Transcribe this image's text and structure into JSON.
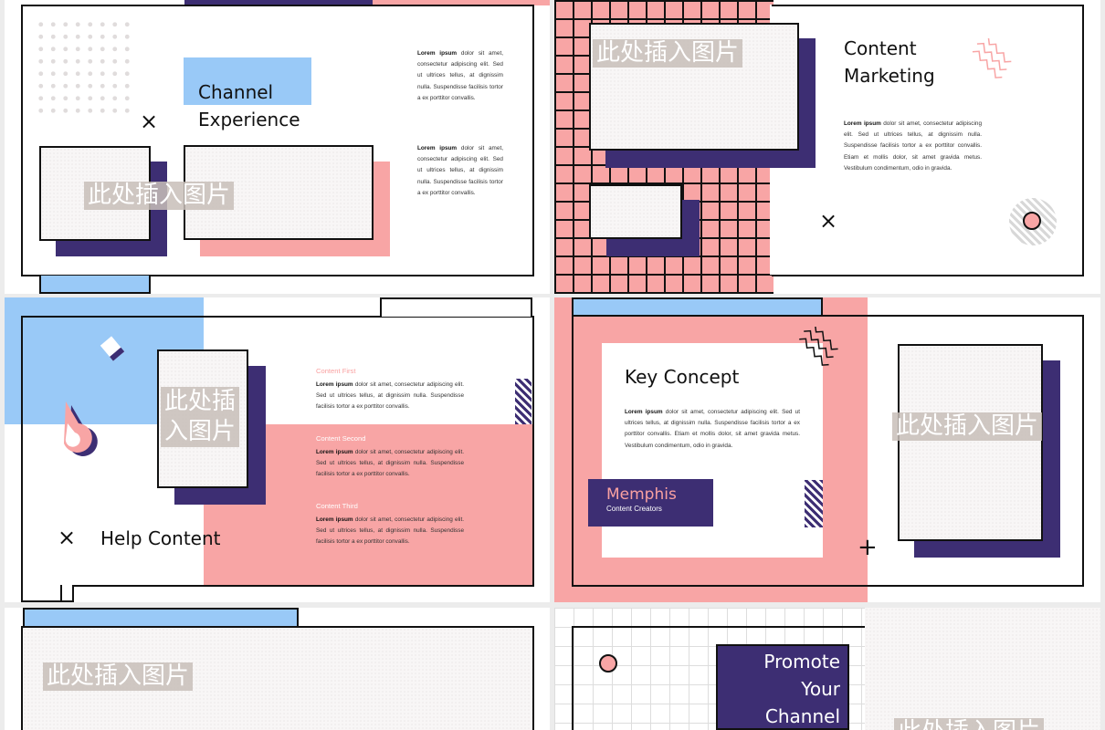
{
  "placeholder": "此处插入图片",
  "placeholder_split": [
    "此处插",
    "入图片"
  ],
  "cross_glyph": "×",
  "plus_glyph": "+",
  "lorem_lead": "Lorem ipsum",
  "colors": {
    "navy": "#3d2e73",
    "pink": "#f8a5a5",
    "blue": "#99c9f7",
    "pink_text": "#f9a1a1"
  },
  "slide1": {
    "title": [
      "Channel",
      "Experience"
    ],
    "paragraph1": " dolor sit amet, consectetur adipiscing elit. Sed ut ultrices tellus, at dignissim nulla. Suspendisse facilisis tortor a ex porttitor convallis.",
    "paragraph2": " dolor sit amet, consectetur adipiscing elit. Sed ut ultrices tellus, at dignissim nulla. Suspendisse facilisis tortor a ex porttitor convallis."
  },
  "slide2": {
    "title": [
      "Content",
      "Marketing"
    ],
    "paragraph": " dolor sit amet, consectetur adipiscing elit. Sed ut ultrices tellus, at dignissim nulla. Suspendisse facilisis tortor a ex porttitor convallis. Etiam et mollis dolor, sit amet gravida metus. Vestibulum condimentum, odio in gravida."
  },
  "slide3": {
    "title": "Help Content",
    "items": [
      {
        "heading": "Content First",
        "text": " dolor sit amet, consectetur adipiscing elit. Sed ut ultrices tellus, at dignissim nulla. Suspendisse facilisis tortor a ex porttitor convallis."
      },
      {
        "heading": "Content Second",
        "text": " dolor sit amet, consectetur adipiscing elit. Sed ut ultrices tellus, at dignissim nulla. Suspendisse facilisis tortor a ex porttitor convallis."
      },
      {
        "heading": "Content Third",
        "text": " dolor sit amet, consectetur adipiscing elit. Sed ut ultrices tellus, at dignissim nulla. Suspendisse facilisis tortor a ex porttitor convallis."
      }
    ]
  },
  "slide4": {
    "title": "Key Concept",
    "paragraph": " dolor sit amet, consectetur adipiscing elit. Sed ut ultrices tellus, at dignissim nulla. Suspendisse facilisis tortor a ex porttitor convallis. Etiam et mollis dolor, sit amet gravida metus. Vestibulum condimentum, odio in gravida.",
    "badge_title": "Memphis",
    "badge_subtitle": "Content Creators"
  },
  "slide6": {
    "title": [
      "Promote",
      "Your",
      "Channel"
    ]
  }
}
